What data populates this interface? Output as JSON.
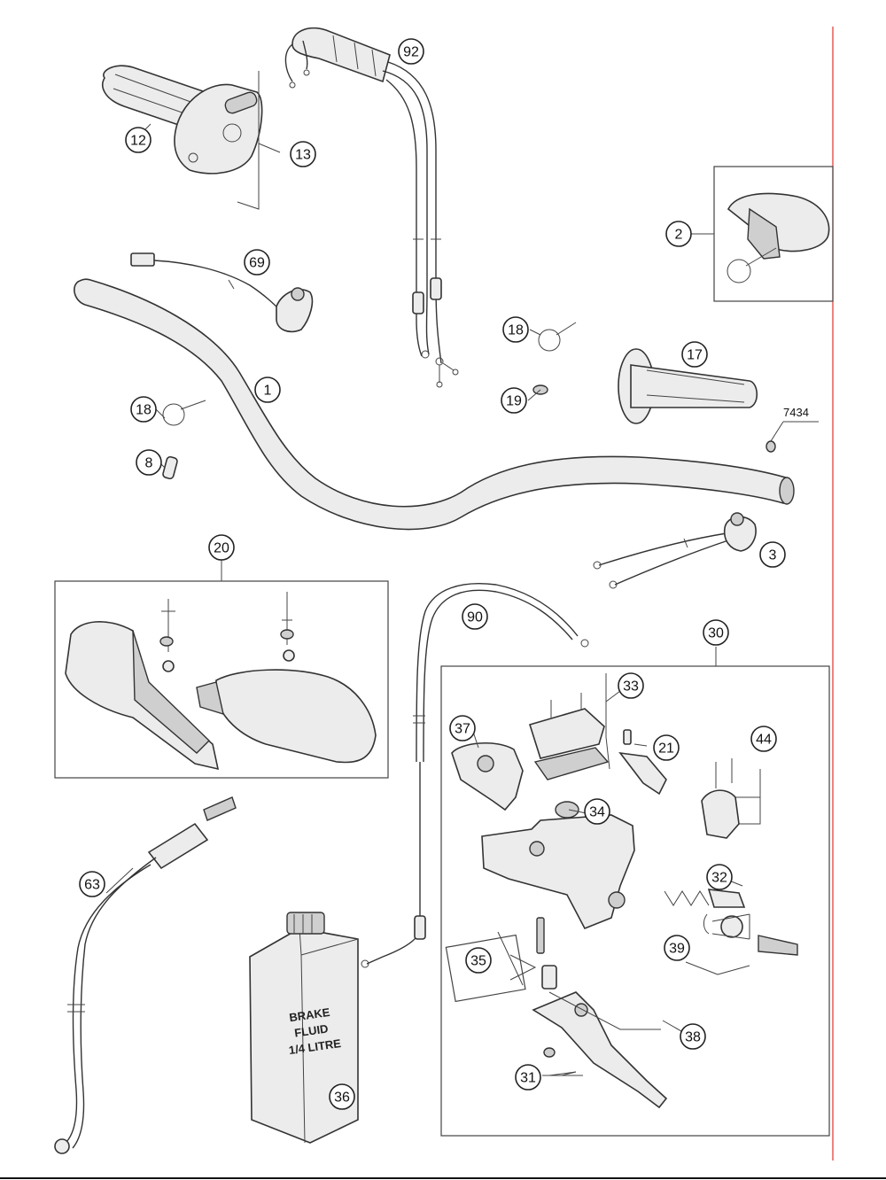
{
  "diagram": {
    "callouts": [
      {
        "id": "12",
        "label": "12"
      },
      {
        "id": "13",
        "label": "13"
      },
      {
        "id": "92",
        "label": "92"
      },
      {
        "id": "2",
        "label": "2"
      },
      {
        "id": "69",
        "label": "69"
      },
      {
        "id": "18a",
        "label": "18"
      },
      {
        "id": "18b",
        "label": "18"
      },
      {
        "id": "17",
        "label": "17"
      },
      {
        "id": "19",
        "label": "19"
      },
      {
        "id": "1",
        "label": "1"
      },
      {
        "id": "8",
        "label": "8"
      },
      {
        "id": "3",
        "label": "3"
      },
      {
        "id": "20",
        "label": "20"
      },
      {
        "id": "90",
        "label": "90"
      },
      {
        "id": "30",
        "label": "30"
      },
      {
        "id": "33",
        "label": "33"
      },
      {
        "id": "37",
        "label": "37"
      },
      {
        "id": "21",
        "label": "21"
      },
      {
        "id": "44",
        "label": "44"
      },
      {
        "id": "34",
        "label": "34"
      },
      {
        "id": "32",
        "label": "32"
      },
      {
        "id": "39",
        "label": "39"
      },
      {
        "id": "63",
        "label": "63"
      },
      {
        "id": "35",
        "label": "35"
      },
      {
        "id": "38",
        "label": "38"
      },
      {
        "id": "31",
        "label": "31"
      },
      {
        "id": "36",
        "label": "36"
      }
    ],
    "plain_labels": {
      "part_7434": "7434"
    },
    "bottle_text": {
      "line1": "BRAKE",
      "line2": "FLUID",
      "line3": "1/4 LITRE"
    },
    "colors": {
      "ink": "#333333",
      "margin_line": "#e0342d",
      "fill": "#ececec"
    }
  }
}
